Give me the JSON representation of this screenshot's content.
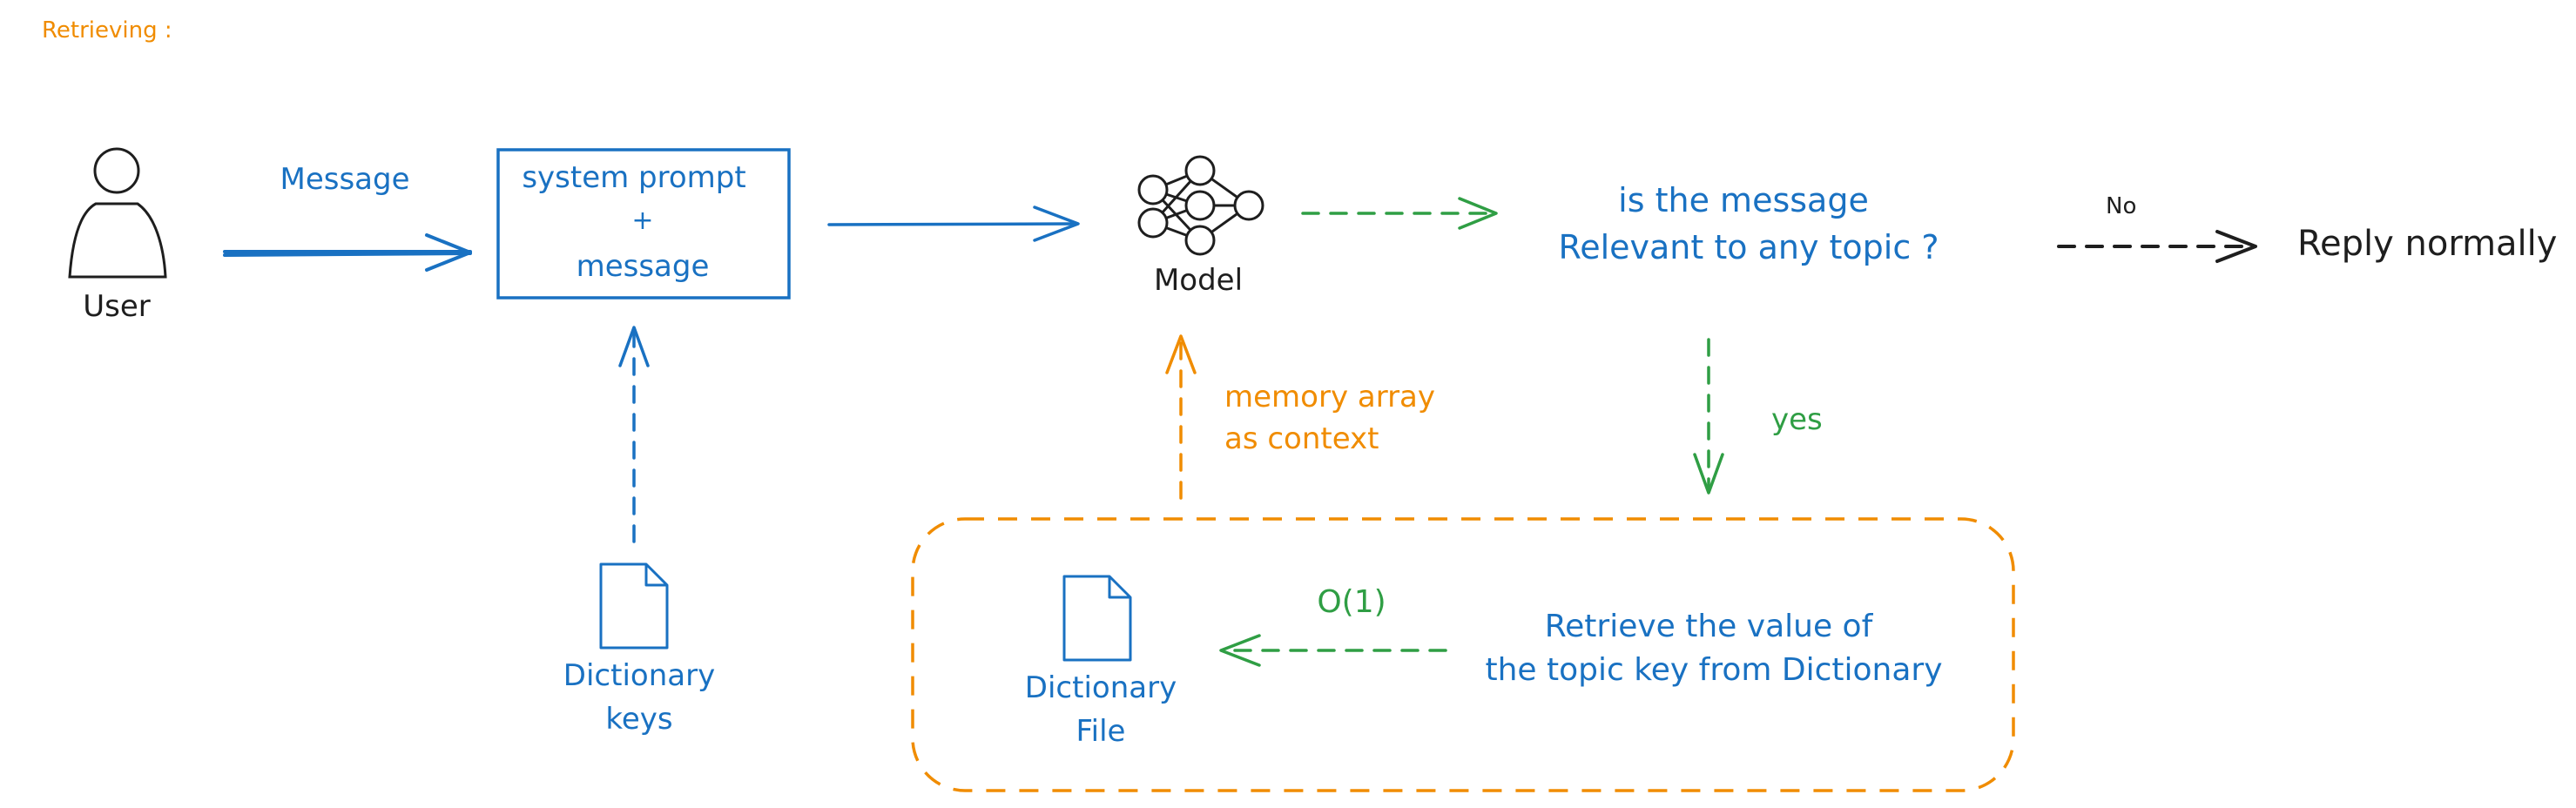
{
  "title": "Retrieving :",
  "user": {
    "label": "User"
  },
  "edges": {
    "message": "Message",
    "no": "No",
    "yes": "yes",
    "memory": [
      "memory array",
      "as context"
    ],
    "complexity": "O(1)"
  },
  "prompt_box": {
    "line1": "system prompt",
    "line2": "+",
    "line3": "message"
  },
  "model": {
    "label": "Model"
  },
  "decision": {
    "line1": "is the message",
    "line2": "Relevant to any topic ?"
  },
  "reply": "Reply normally",
  "dict_keys": {
    "line1": "Dictionary",
    "line2": "keys"
  },
  "dict_file": {
    "line1": "Dictionary",
    "line2": "File"
  },
  "retrieve": {
    "line1": "Retrieve the value of",
    "line2": "the topic key from Dictionary"
  },
  "colors": {
    "blue": "#1971c2",
    "orange": "#f08c00",
    "green": "#2f9e44",
    "black": "#1e1e1e"
  }
}
